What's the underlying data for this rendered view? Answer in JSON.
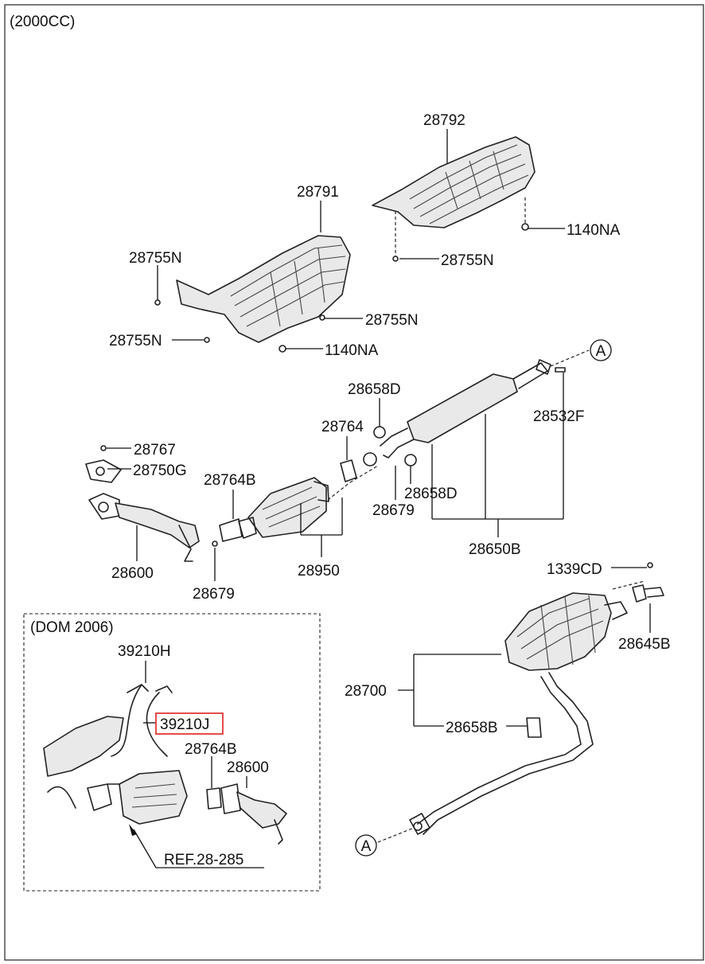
{
  "title": "(2000CC)",
  "inset_title": "(DOM 2006)",
  "ref_label": "REF.28-285",
  "highlight_color": "#e0201c",
  "connector_marker": "A",
  "parts": {
    "p28792": "28792",
    "p28791": "28791",
    "p1140NA_a": "1140NA",
    "p28755N_a": "28755N",
    "p28755N_b": "28755N",
    "p28755N_c": "28755N",
    "p28755N_d": "28755N",
    "p1140NA_b": "1140NA",
    "p28658D_a": "28658D",
    "p28764": "28764",
    "p28532F": "28532F",
    "p28767": "28767",
    "p28750G": "28750G",
    "p28764B_a": "28764B",
    "p28658D_b": "28658D",
    "p28679_a": "28679",
    "p28650B": "28650B",
    "p28600_a": "28600",
    "p28950": "28950",
    "p28679_b": "28679",
    "p1339CD": "1339CD",
    "p28645B": "28645B",
    "p28700": "28700",
    "p28658B": "28658B",
    "p39210H": "39210H",
    "p39210J": "39210J",
    "p28764B_b": "28764B",
    "p28600_b": "28600"
  }
}
